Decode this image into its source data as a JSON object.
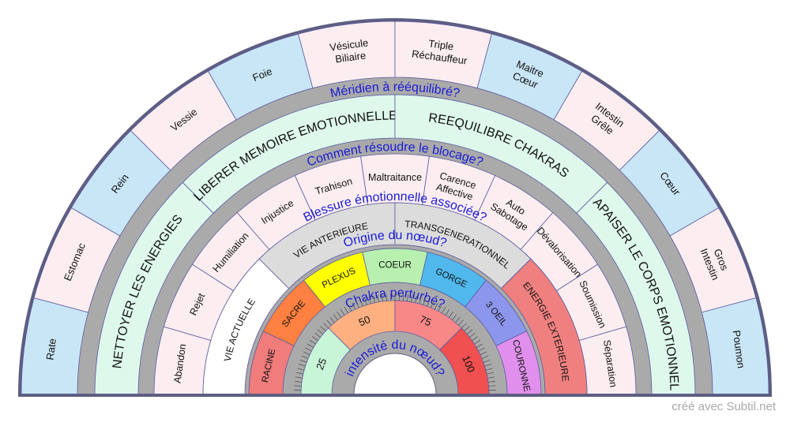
{
  "rings": [
    {
      "id": "meridiens",
      "label": "Méridien à rééquilibré?",
      "cells": [
        {
          "text": "Rate",
          "color": "#c9e6f6"
        },
        {
          "text": "Estomac",
          "color": "#fceef0"
        },
        {
          "text": "Rein",
          "color": "#c9e6f6"
        },
        {
          "text": "Vessie",
          "color": "#fceef0"
        },
        {
          "text": "Foie",
          "color": "#c9e6f6"
        },
        {
          "text": "Vésicule\nBiliaire",
          "color": "#fceef0"
        },
        {
          "text": "Triple\nRéchauffeur",
          "color": "#fceef0"
        },
        {
          "text": "Maitre\nCœur",
          "color": "#c9e6f6"
        },
        {
          "text": "Intestin\nGrêle",
          "color": "#fceef0"
        },
        {
          "text": "Cœur",
          "color": "#c9e6f6"
        },
        {
          "text": "Gros\nIntestin",
          "color": "#fceef0"
        },
        {
          "text": "Poumon",
          "color": "#c9e6f6"
        }
      ]
    },
    {
      "id": "resolution",
      "label": "Comment résoudre  le blocage?",
      "cells": [
        {
          "text": "NETTOYER LES ENERGIES",
          "color": "#def8ec"
        },
        {
          "text": "LIBERER MEMOIRE EMOTIONNELLE",
          "color": "#def8ec"
        },
        {
          "text": "REEQUILIBRE CHAKRAS",
          "color": "#def8ec"
        },
        {
          "text": "APAISER LE CORPS EMOTIONNEL",
          "color": "#def8ec"
        }
      ]
    },
    {
      "id": "blessures",
      "label": "Blessure émotionnelle associée?",
      "cells": [
        {
          "text": "Abandon",
          "color": "#fceef0"
        },
        {
          "text": "Rejet",
          "color": "#fceef0"
        },
        {
          "text": "Humiliation",
          "color": "#fceef0"
        },
        {
          "text": "Injustice",
          "color": "#fceef0"
        },
        {
          "text": "Trahison",
          "color": "#fceef0"
        },
        {
          "text": "Maltraitance",
          "color": "#fceef0"
        },
        {
          "text": "Carence\nAffective",
          "color": "#fceef0"
        },
        {
          "text": "Auto\nSabotage",
          "color": "#fceef0"
        },
        {
          "text": "Dévalorisation",
          "color": "#fceef0"
        },
        {
          "text": "Soumission",
          "color": "#fceef0"
        },
        {
          "text": "Séparation",
          "color": "#fceef0"
        }
      ]
    },
    {
      "id": "origine",
      "label": "Origine du nœud?",
      "cells": [
        {
          "text": "VIE ACTUELLE",
          "color": "#ffffff"
        },
        {
          "text": "VIE ANTERIEURE",
          "color": "#dcdcdc"
        },
        {
          "text": "TRANSGENERATIONNEL",
          "color": "#dcdcdc"
        },
        {
          "text": "ENERGIE EXTERIEURE",
          "color": "#f08080"
        }
      ]
    },
    {
      "id": "chakras",
      "label": "Chakra perturbé?",
      "cells": [
        {
          "text": "RACINE",
          "color": "#f07c7c"
        },
        {
          "text": "SACRE",
          "color": "#ff8040"
        },
        {
          "text": "PLEXUS",
          "color": "#ffff00"
        },
        {
          "text": "COEUR",
          "color": "#b8f0b0"
        },
        {
          "text": "GORGE",
          "color": "#50b8ec"
        },
        {
          "text": "3 OEIL",
          "color": "#8c96ec"
        },
        {
          "text": "COURONNE",
          "color": "#e090ec"
        }
      ]
    },
    {
      "id": "intensite",
      "label": "intensité du nœud?",
      "cells": [
        {
          "text": "25",
          "color": "#c8f4d8"
        },
        {
          "text": "50",
          "color": "#ffb080"
        },
        {
          "text": "75",
          "color": "#f88888"
        },
        {
          "text": "100",
          "color": "#f05050"
        }
      ]
    }
  ],
  "colors": {
    "frame": "#5e5e82",
    "band": "#aaaaaa",
    "separator": "#5a5aa0",
    "question_text": "#1a1ad8"
  },
  "credit": "créé avec Subtil.net"
}
